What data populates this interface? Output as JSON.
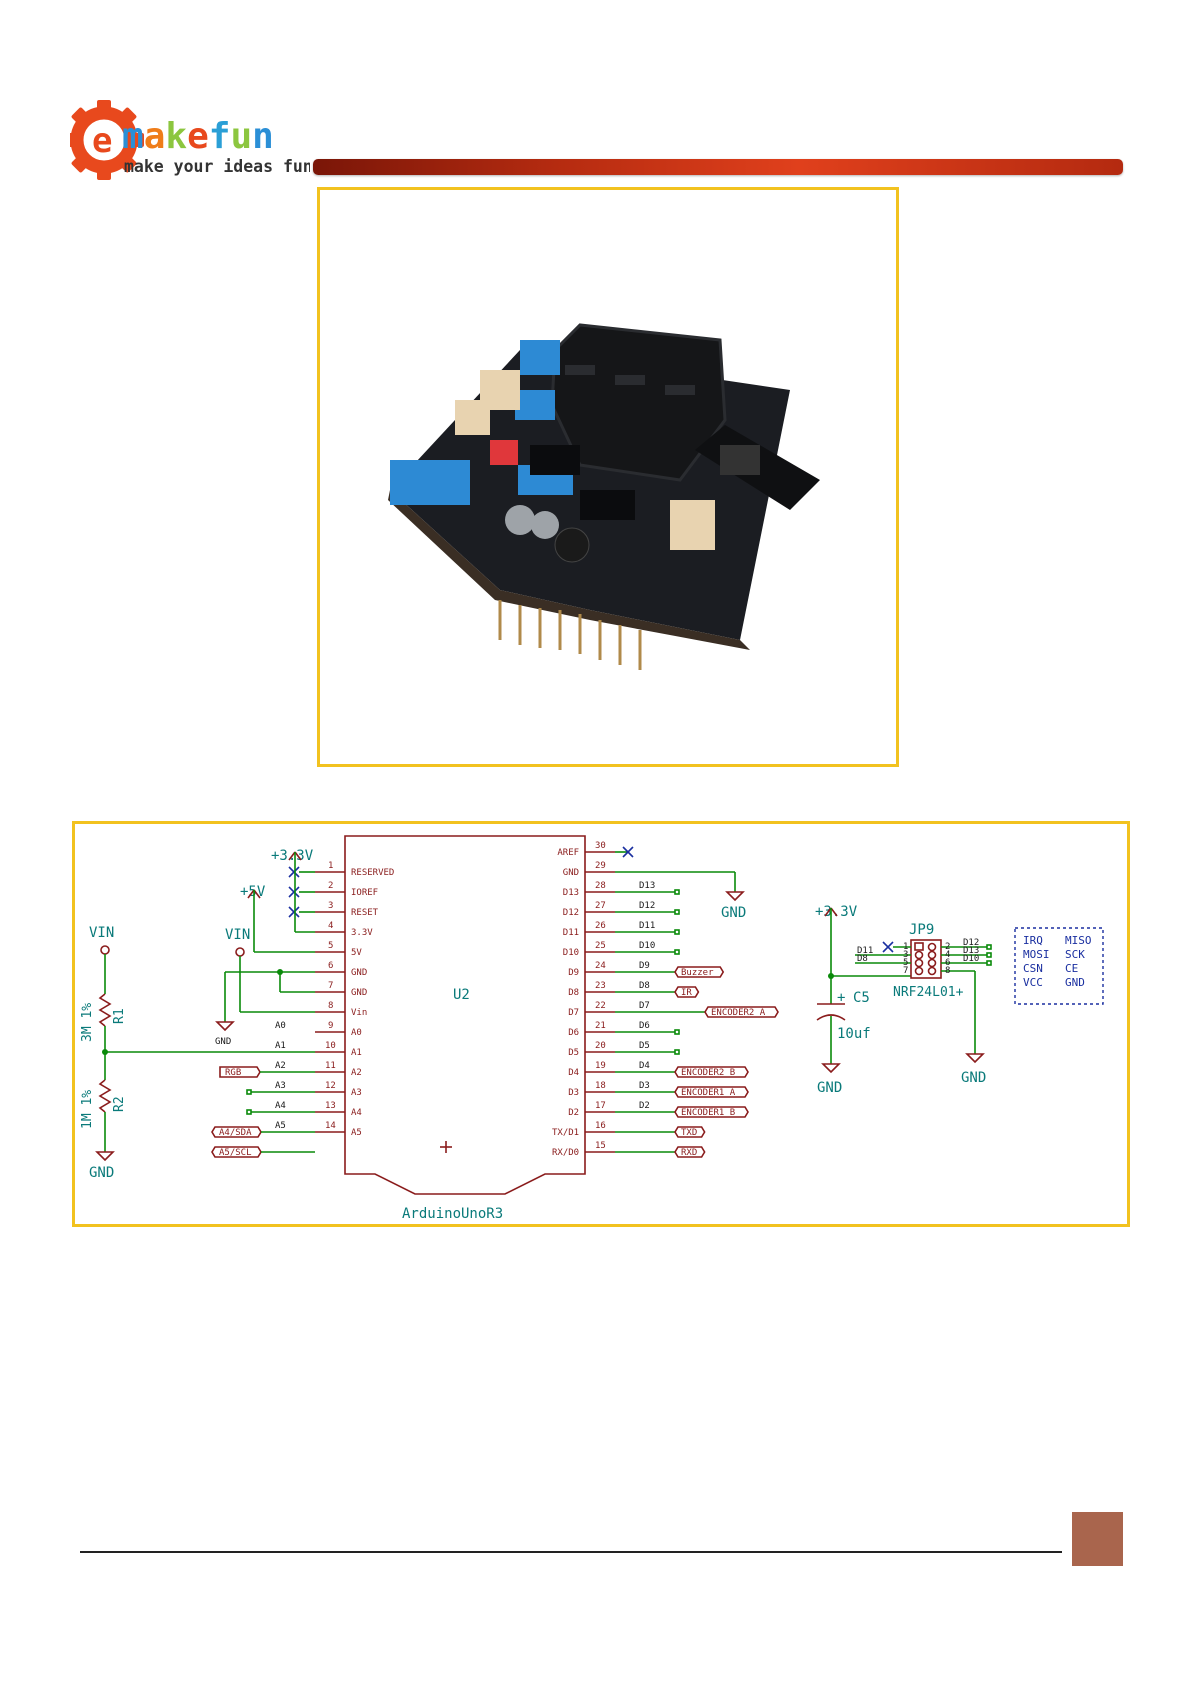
{
  "brand": {
    "name_prefix": "e",
    "name": "makefun",
    "tagline": "make your ideas fun",
    "colors": {
      "gear": "#e8491d",
      "m": "#2b8fd6",
      "a": "#ef7d1a",
      "k": "#8cc63f",
      "e": "#e8491d",
      "f": "#2a9fd6",
      "u": "#8cc63f",
      "n": "#2b8fd6",
      "bar": "#c0300f"
    }
  },
  "schematic": {
    "power": {
      "v33_a": "+3.3V",
      "v5": "+5V",
      "vin_a": "VIN",
      "vin_b": "VIN",
      "gnd_a": "GND",
      "gnd_b": "GND",
      "gnd_c": "GND",
      "gnd_d": "GND",
      "gnd_e": "GND",
      "v33_b": "+3.3V"
    },
    "resistors": {
      "r1_value": "3M 1%",
      "r1_ref": "R1",
      "r2_value": "1M 1%",
      "r2_ref": "R2"
    },
    "u2": {
      "ref": "U2",
      "value": "ArduinoUnoR3"
    },
    "left_pins": [
      {
        "num": "1",
        "name": "RESERVED"
      },
      {
        "num": "2",
        "name": "IOREF"
      },
      {
        "num": "3",
        "name": "RESET"
      },
      {
        "num": "4",
        "name": "3.3V"
      },
      {
        "num": "5",
        "name": "5V"
      },
      {
        "num": "6",
        "name": "GND"
      },
      {
        "num": "7",
        "name": "GND"
      },
      {
        "num": "8",
        "name": "Vin"
      },
      {
        "num": "9",
        "name": "A0",
        "net": "A0"
      },
      {
        "num": "10",
        "name": "A1",
        "net": "A1"
      },
      {
        "num": "11",
        "name": "A2",
        "net": "A2"
      },
      {
        "num": "12",
        "name": "A3",
        "net": "A3"
      },
      {
        "num": "13",
        "name": "A4",
        "net": "A4"
      },
      {
        "num": "14",
        "name": "A5",
        "net": "A5"
      }
    ],
    "right_pins": [
      {
        "num": "30",
        "name": "AREF"
      },
      {
        "num": "29",
        "name": "GND"
      },
      {
        "num": "28",
        "name": "D13",
        "net": "D13"
      },
      {
        "num": "27",
        "name": "D12",
        "net": "D12"
      },
      {
        "num": "26",
        "name": "D11",
        "net": "D11"
      },
      {
        "num": "25",
        "name": "D10",
        "net": "D10"
      },
      {
        "num": "24",
        "name": "D9",
        "net": "D9"
      },
      {
        "num": "23",
        "name": "D8",
        "net": "D8"
      },
      {
        "num": "22",
        "name": "D7",
        "net": "D7"
      },
      {
        "num": "21",
        "name": "D6",
        "net": "D6"
      },
      {
        "num": "20",
        "name": "D5",
        "net": "D5"
      },
      {
        "num": "19",
        "name": "D4",
        "net": "D4"
      },
      {
        "num": "18",
        "name": "D3",
        "net": "D3"
      },
      {
        "num": "17",
        "name": "D2",
        "net": "D2"
      },
      {
        "num": "16",
        "name": "TX/D1"
      },
      {
        "num": "15",
        "name": "RX/D0"
      }
    ],
    "left_labels": {
      "rgb": "RGB",
      "a4sda": "A4/SDA",
      "a5scl": "A5/SCL"
    },
    "right_labels": {
      "buzzer": "Buzzer",
      "ir": "IR",
      "enc2a": "ENCODER2_A",
      "enc2b": "ENCODER2_B",
      "enc1a": "ENCODER1_A",
      "enc1b": "ENCODER1_B",
      "txd": "TXD",
      "rxd": "RXD"
    },
    "capacitor": {
      "ref": "C5",
      "value": "10uf",
      "plus": "+"
    },
    "jp9": {
      "ref": "JP9",
      "value": "NRF24L01+",
      "left_nets": [
        "D11",
        "D8"
      ],
      "right_nets": [
        "D12",
        "D13",
        "D10"
      ],
      "pin_nums_left": [
        "1",
        "3",
        "5",
        "7"
      ],
      "pin_nums_right": [
        "2",
        "4",
        "6",
        "8"
      ]
    },
    "pin_legend": [
      [
        "IRQ",
        "MISO"
      ],
      [
        "MOSI",
        "SCK"
      ],
      [
        "CSN",
        "CE"
      ],
      [
        "VCC",
        "GND"
      ]
    ]
  }
}
